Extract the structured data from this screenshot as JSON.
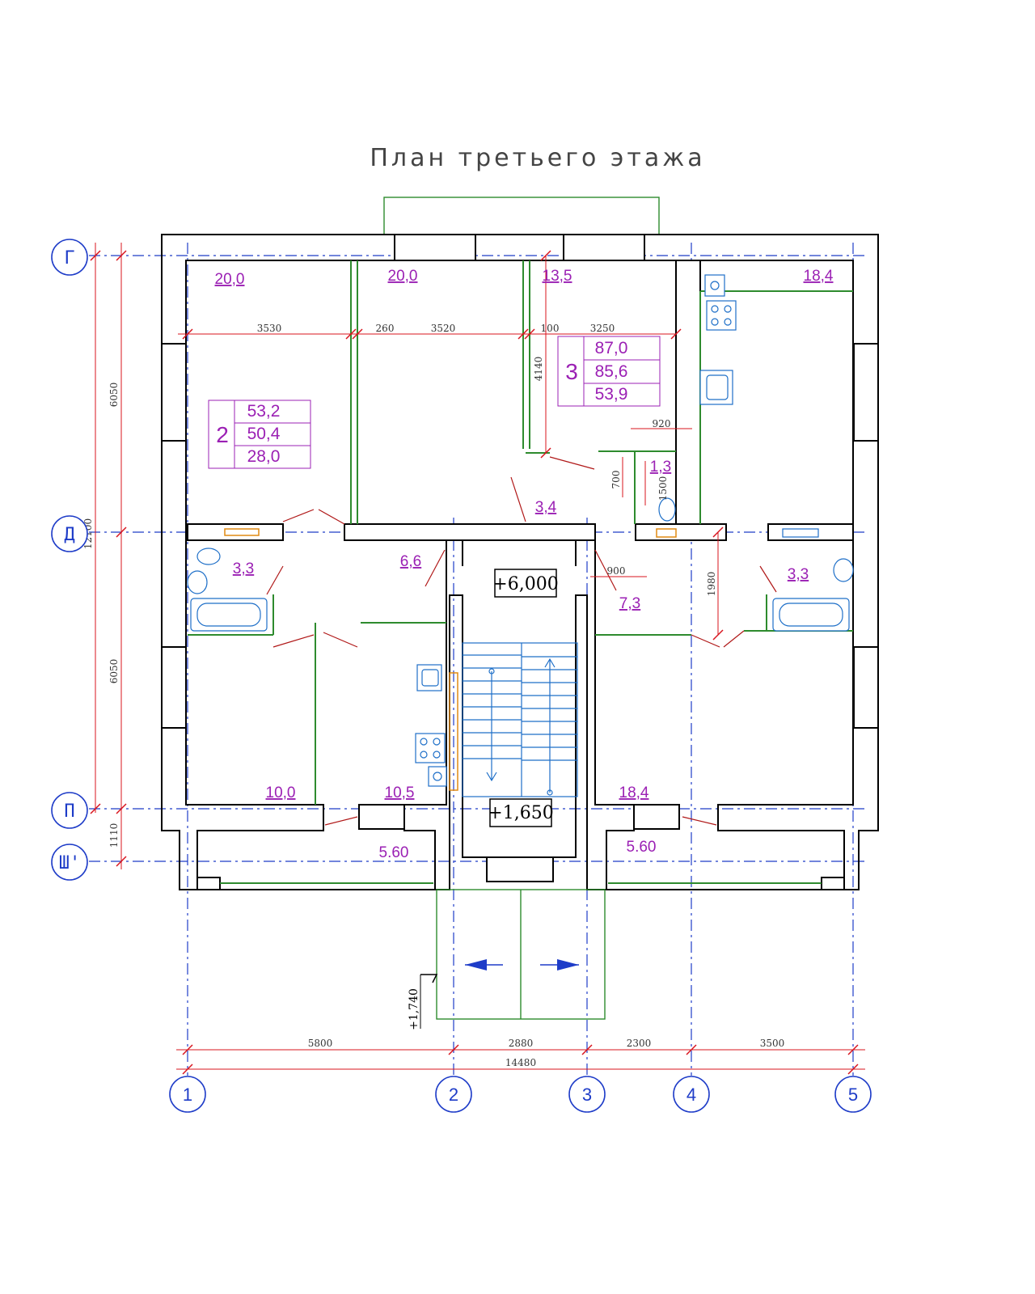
{
  "title": "План третьего этажа",
  "rooms": {
    "r1": "20,0",
    "r2": "20,0",
    "r3": "13,5",
    "r4": "18,4",
    "r5": "3,3",
    "r6": "6,6",
    "r7": "3,4",
    "r8": "1,3",
    "r9": "7,3",
    "r10": "3,3",
    "r11": "10,0",
    "r12": "10,5",
    "r13": "18,4",
    "r14": "5.60",
    "r15": "5.60"
  },
  "apartments": [
    {
      "number": "2",
      "values": [
        "53,2",
        "50,4",
        "28,0"
      ]
    },
    {
      "number": "3",
      "values": [
        "87,0",
        "85,6",
        "53,9"
      ]
    }
  ],
  "levels": {
    "stair_top": "+6,000",
    "stair_bottom": "+1,650",
    "entrance": "+1,740"
  },
  "dimensions": {
    "top_row": [
      "3530",
      "260",
      "3520",
      "100",
      "3250"
    ],
    "d4140": "4140",
    "d920": "920",
    "d700": "700",
    "d1500": "1500",
    "d900": "900",
    "d1980": "1980",
    "left_6050_top": "6050",
    "left_6050_bottom": "6050",
    "left_12100": "12100",
    "left_1110": "1110",
    "bottom_row": [
      "5800",
      "2880",
      "2300",
      "3500"
    ],
    "overall": "14480"
  },
  "axes": {
    "columns": [
      "1",
      "2",
      "3",
      "4",
      "5"
    ],
    "rows": [
      "Г",
      "Д",
      "П",
      "Ш'"
    ]
  },
  "colors": {
    "walls": "#000000",
    "partitions": "#2e8b2e",
    "axes": "#1e3cc8",
    "dimensions": "#d8141e",
    "areas": "#9b20b4"
  }
}
